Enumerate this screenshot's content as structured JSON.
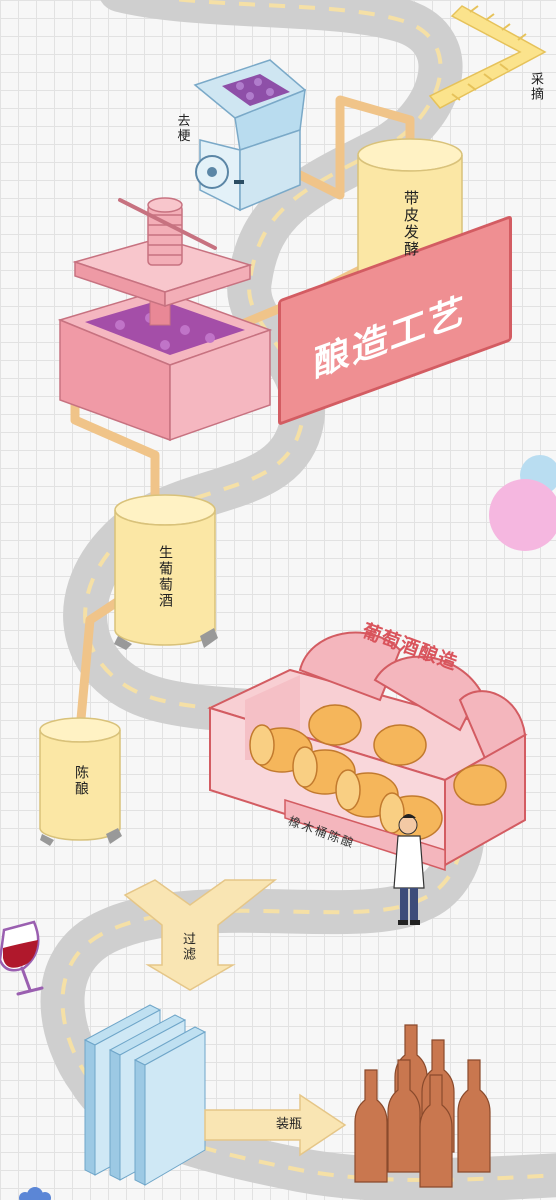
{
  "title": "酿造工艺",
  "cellar_title": "葡萄酒酿造",
  "oak_barrel_label": "橡木桶陈酿",
  "steps": {
    "harvest": "采摘",
    "destem": "去梗",
    "skin_ferment": "带皮发酵",
    "raw_wine": "生葡萄酒",
    "aging": "陈酿",
    "filter": "过滤",
    "bottling": "装瓶"
  },
  "colors": {
    "road": "#cfcfcf",
    "road_dash": "#f5e0a6",
    "pipe": "#f0c489",
    "tank": "#fbe7a5",
    "press": "#f1a8b0",
    "accent": "#ef8f92",
    "arrow": "#f9e5b3"
  }
}
